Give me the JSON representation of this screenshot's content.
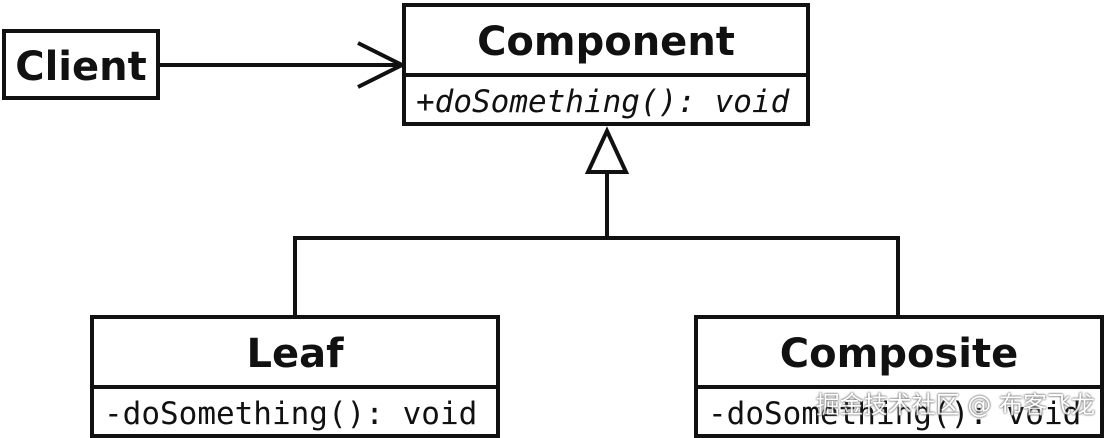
{
  "client": {
    "name": "Client"
  },
  "component": {
    "name": "Component",
    "method": "+doSomething(): void"
  },
  "leaf": {
    "name": "Leaf",
    "method": "-doSomething(): void"
  },
  "composite": {
    "name": "Composite",
    "method": "-doSomething(): void"
  },
  "watermark": {
    "text": "掘金技术社区 @ 布客飞龙"
  },
  "colors": {
    "line": "#111111",
    "background": "#ffffff"
  }
}
